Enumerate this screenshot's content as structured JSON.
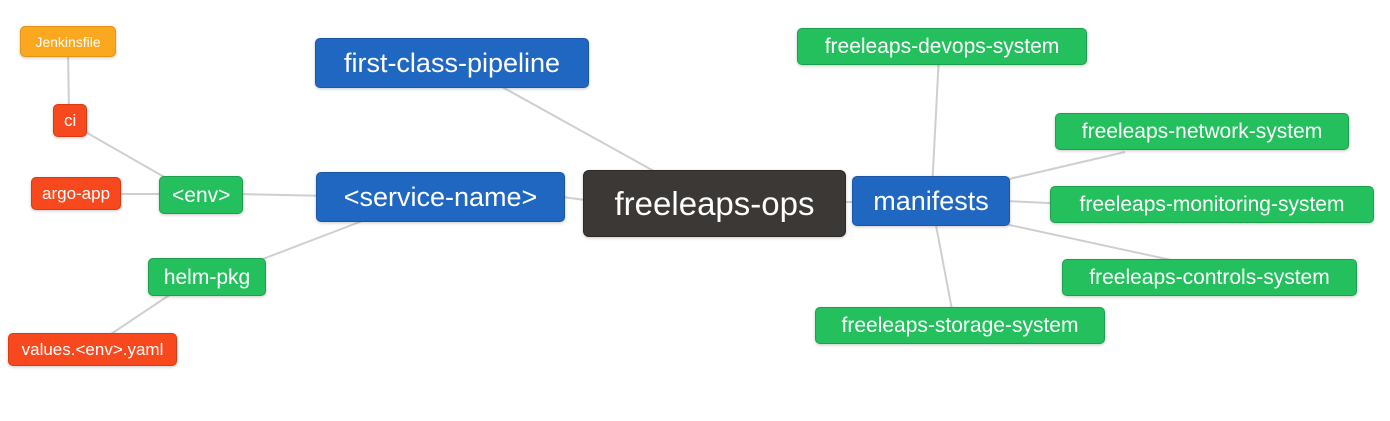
{
  "diagram": {
    "type": "mindmap",
    "root_label": "freeleaps-ops"
  },
  "nodes": [
    {
      "id": "jenkinsfile",
      "label": "Jenkinsfile",
      "level": 4,
      "color": "#faa81f"
    },
    {
      "id": "ci",
      "label": "ci",
      "level": 3,
      "color": "#f7491d"
    },
    {
      "id": "argo-app",
      "label": "argo-app",
      "level": 3,
      "color": "#f7491d"
    },
    {
      "id": "env",
      "label": "<env>",
      "level": 2,
      "color": "#25c05e"
    },
    {
      "id": "helm-pkg",
      "label": "helm-pkg",
      "level": 2,
      "color": "#25c05e"
    },
    {
      "id": "values-env-yaml",
      "label": "values.<env>.yaml",
      "level": 3,
      "color": "#f7491d"
    },
    {
      "id": "first-class-pipeline",
      "label": "first-class-pipeline",
      "level": 1,
      "color": "#2067c2"
    },
    {
      "id": "service-name",
      "label": "<service-name>",
      "level": 1,
      "color": "#2067c2"
    },
    {
      "id": "freeleaps-ops",
      "label": "freeleaps-ops",
      "level": 0,
      "color": "#3c3835"
    },
    {
      "id": "manifests",
      "label": "manifests",
      "level": 1,
      "color": "#2067c2"
    },
    {
      "id": "freeleaps-devops-system",
      "label": "freeleaps-devops-system",
      "level": 2,
      "color": "#25c05e"
    },
    {
      "id": "freeleaps-network-system",
      "label": "freeleaps-network-system",
      "level": 2,
      "color": "#25c05e"
    },
    {
      "id": "freeleaps-monitoring-system",
      "label": "freeleaps-monitoring-system",
      "level": 2,
      "color": "#25c05e"
    },
    {
      "id": "freeleaps-controls-system",
      "label": "freeleaps-controls-system",
      "level": 2,
      "color": "#25c05e"
    },
    {
      "id": "freeleaps-storage-system",
      "label": "freeleaps-storage-system",
      "level": 2,
      "color": "#25c05e"
    }
  ],
  "edges": [
    {
      "from": "jenkinsfile",
      "to": "ci"
    },
    {
      "from": "ci",
      "to": "env"
    },
    {
      "from": "argo-app",
      "to": "env"
    },
    {
      "from": "env",
      "to": "service-name"
    },
    {
      "from": "helm-pkg",
      "to": "service-name"
    },
    {
      "from": "values-env-yaml",
      "to": "helm-pkg"
    },
    {
      "from": "first-class-pipeline",
      "to": "freeleaps-ops"
    },
    {
      "from": "service-name",
      "to": "freeleaps-ops"
    },
    {
      "from": "freeleaps-ops",
      "to": "manifests"
    },
    {
      "from": "manifests",
      "to": "freeleaps-devops-system"
    },
    {
      "from": "manifests",
      "to": "freeleaps-network-system"
    },
    {
      "from": "manifests",
      "to": "freeleaps-monitoring-system"
    },
    {
      "from": "manifests",
      "to": "freeleaps-controls-system"
    },
    {
      "from": "manifests",
      "to": "freeleaps-storage-system"
    }
  ],
  "palette": {
    "root_bg": "#3c3835",
    "branch_blue": "#2067c2",
    "leaf_green": "#25c05e",
    "leaf_red": "#f7491d",
    "leaf_orange": "#faa81f",
    "edge_gray": "#cfcfcf",
    "text": "#ffffff",
    "background": "#ffffff"
  }
}
